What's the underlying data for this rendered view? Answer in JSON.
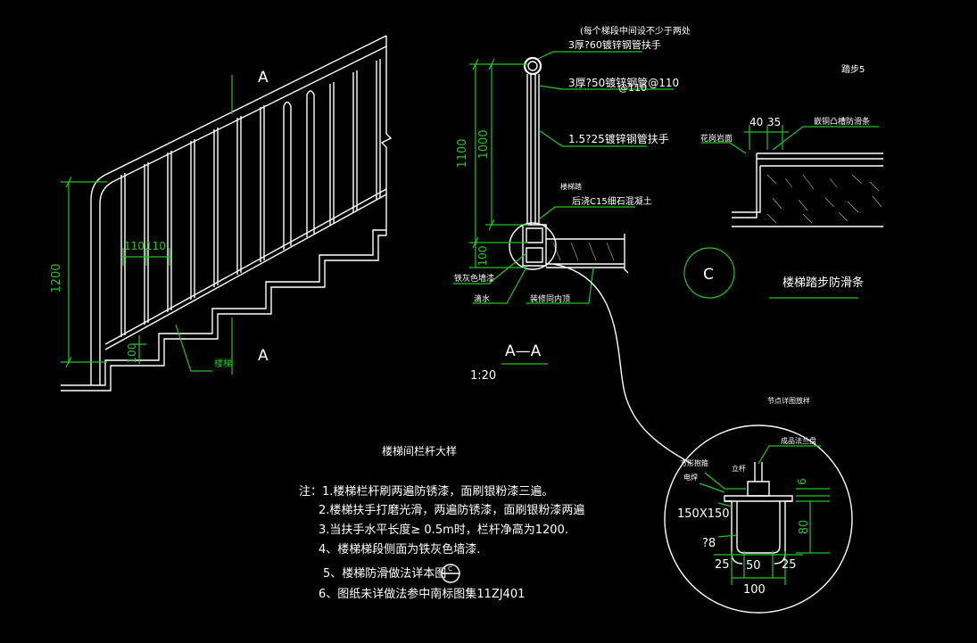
{
  "colors": {
    "background": "#000000",
    "lines": "#ffffff",
    "dimensions": "#1ec81e"
  },
  "elevation": {
    "section_mark_top": "A",
    "section_mark_bottom": "A",
    "dim_height": "1200",
    "dim_spacing_1": "110",
    "dim_spacing_2": "110",
    "dim_step": "100",
    "label_stair": "楼梯"
  },
  "section": {
    "note_top": "(每个梯段中间设不少于两处",
    "label_handrail": "3厚?60镀锌钢管扶手",
    "label_baluster": "3厚?50镀锌钢管@110",
    "label_baluster_overlap": "@110",
    "label_sub_baluster": "1.5?25镀锌钢管扶手",
    "label_stair_slab": "楼梯踏",
    "label_concrete": "后浇C15细石混凝土",
    "label_paint": "铁灰色墙漆",
    "label_drip": "滴水",
    "label_finish": "装修同内顶",
    "dim_1100": "1100",
    "dim_1000": "1000",
    "dim_100": "100",
    "title": "A—A",
    "scale": "1:20"
  },
  "antislip": {
    "label_top": "踏步5",
    "dim_40": "40",
    "dim_35": "35",
    "label_strip": "嵌铜凸槽防滑条",
    "label_surface": "花岗岩面",
    "circle_label": "C",
    "title": "楼梯踏步防滑条"
  },
  "detail": {
    "label_top": "节点详图放样",
    "label_flange": "成品法兰盘",
    "label_bracket": "方形抱箍",
    "label_weld": "电焊",
    "label_post": "立杆",
    "dim_6": "6",
    "dim_80": "80",
    "dim_150": "150X150",
    "dim_8": "?8",
    "dim_25a": "25",
    "dim_50": "50",
    "dim_25b": "25",
    "dim_100": "100"
  },
  "notes": {
    "title": "楼梯间栏杆大样",
    "lines": [
      "注：1.楼梯栏杆刷两遍防锈漆，面刷银粉漆三遍。",
      "2.楼梯扶手打磨光滑，两遍防锈漆，面刷银粉漆两遍",
      "3.当扶手水平长度≥      0.5m时，栏杆净高为1200.",
      "4、楼梯梯段侧面为铁灰色墙漆.",
      "5、楼梯防滑做法详本图",
      "6、图纸未详做法参中南标图集11ZJ401"
    ],
    "ref_circle": "C"
  }
}
